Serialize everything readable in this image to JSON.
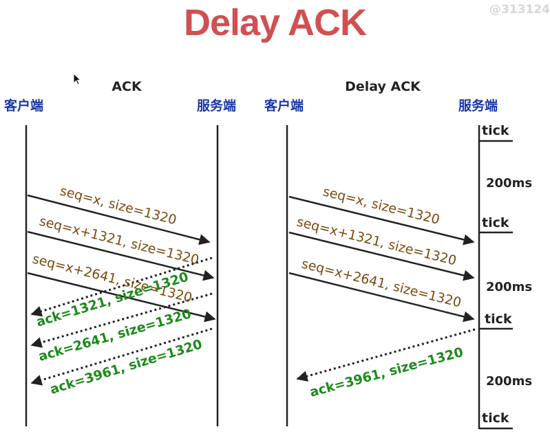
{
  "title": "Delay ACK",
  "watermark": "@313124",
  "panels": {
    "left": {
      "title": "ACK",
      "client": "客户端",
      "server": "服务端",
      "segments": [
        "seq=x, size=1320",
        "seq=x+1321, size=1320",
        "seq=x+2641, size=1320"
      ],
      "acks": [
        "ack=1321, size=1320",
        "ack=2641, size=1320",
        "ack=3961, size=1320"
      ]
    },
    "right": {
      "title": "Delay ACK",
      "client": "客户端",
      "server": "服务端",
      "segments": [
        "seq=x, size=1320",
        "seq=x+1321, size=1320",
        "seq=x+2641, size=1320"
      ],
      "acks": [
        "ack=3961, size=1320"
      ],
      "ticks": [
        "tick",
        "tick",
        "tick",
        "tick"
      ],
      "intervals": [
        "200ms",
        "200ms",
        "200ms"
      ]
    }
  },
  "colors": {
    "title": "#d05052",
    "role": "#1a36a8",
    "seq": "#7a4a10",
    "ack": "#1d8a1d",
    "line": "#222222"
  }
}
